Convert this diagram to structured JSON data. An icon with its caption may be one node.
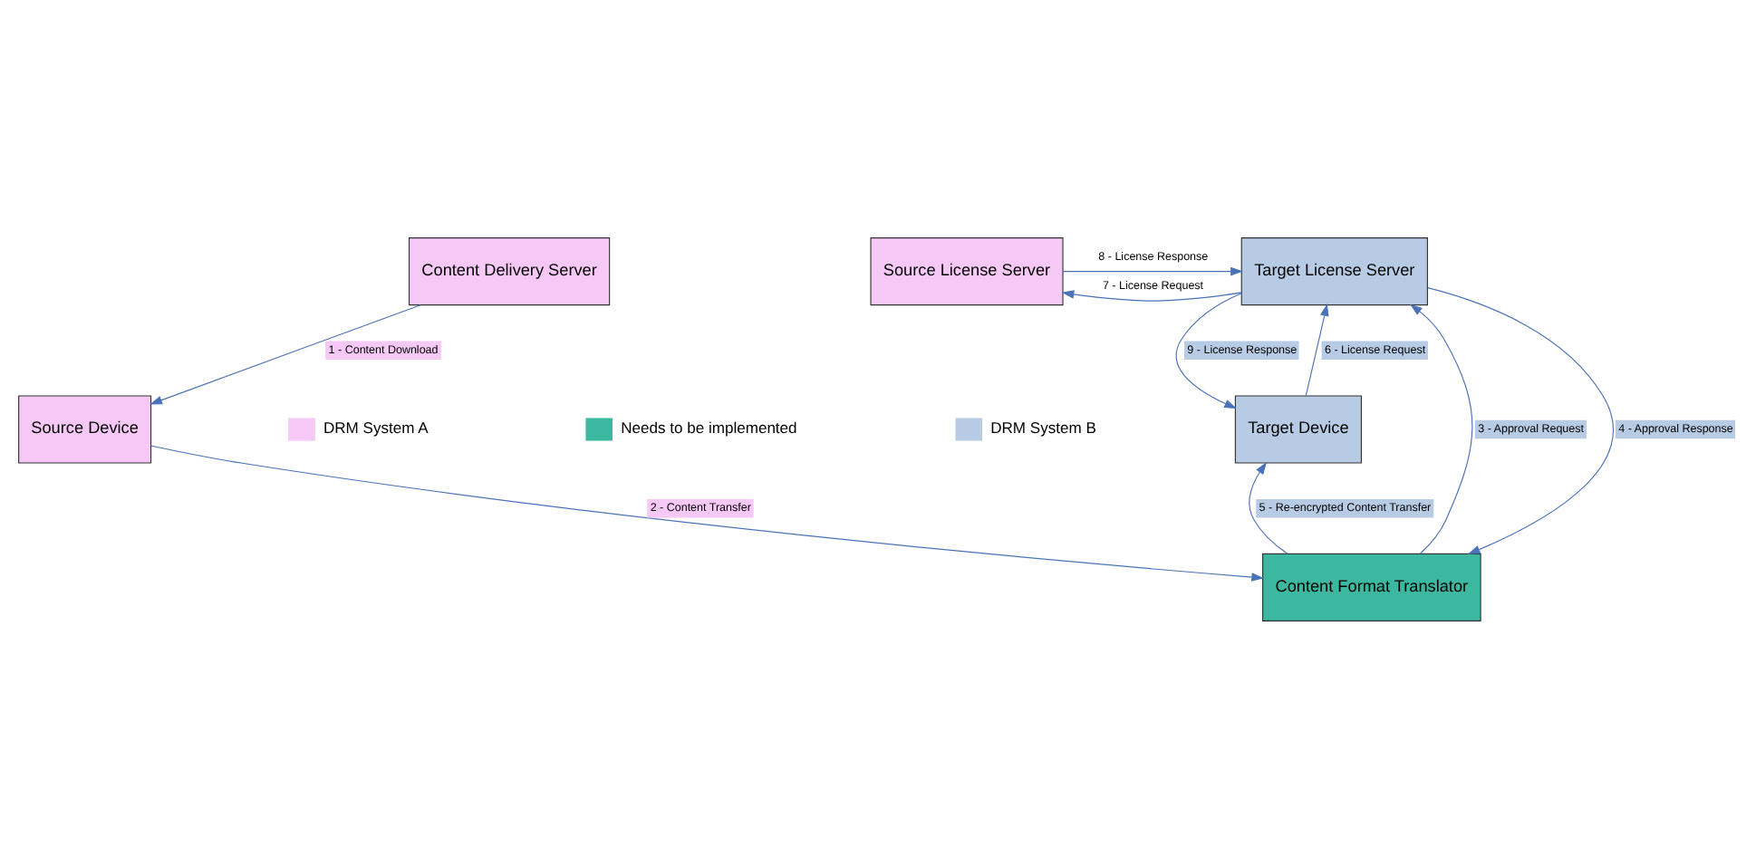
{
  "diagram": {
    "nodes": [
      {
        "text": [
          "Content Delivery Server"
        ]
      },
      {
        "text": [
          "Source License Server"
        ]
      },
      {
        "text": [
          "Target License Server"
        ]
      },
      {
        "text": [
          "Content Format Translator"
        ]
      },
      {
        "text": [
          "Source Device"
        ]
      },
      {
        "text": [
          "Target Device"
        ]
      }
    ],
    "edges": [
      {
        "from": 0,
        "to": 4,
        "arrow": "to",
        "label": "1 - Content Download"
      },
      {
        "from": 4,
        "to": 3,
        "arrow": "to",
        "label": "2 - Content Transfer"
      },
      {
        "from": 3,
        "to": 2,
        "arrow": "to",
        "label": "3 - Approval Request"
      },
      {
        "from": 2,
        "to": 3,
        "arrow": "to",
        "label": "4 - Approval Response"
      },
      {
        "from": 3,
        "to": 5,
        "arrow": "to",
        "label": "5 - Re-encrypted Content Transfer"
      },
      {
        "from": 5,
        "to": 2,
        "arrow": "to",
        "label": "6 - License Request"
      },
      {
        "from": 2,
        "to": 1,
        "arrow": "to",
        "label": "7 - License Request"
      },
      {
        "from": 1,
        "to": 2,
        "arrow": "to",
        "label": "8 - License Response"
      },
      {
        "from": 2,
        "to": 5,
        "arrow": "to",
        "label": "9 - License Response"
      }
    ],
    "legend": [
      {
        "text": "DRM System A",
        "color": "#f5c8f5"
      },
      {
        "text": "Needs to be implemented",
        "color": "#3bb89f"
      },
      {
        "text": "DRM System B",
        "color": "#b8cbe4"
      }
    ]
  }
}
